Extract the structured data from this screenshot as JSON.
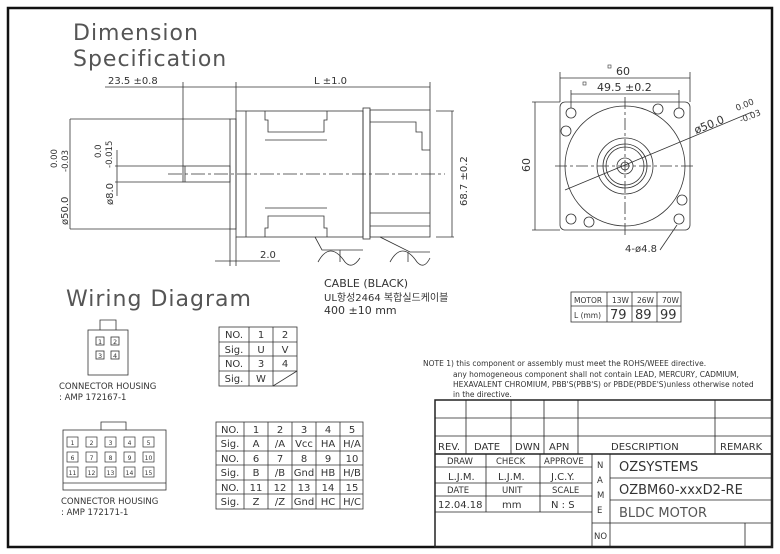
{
  "headings": {
    "line1": "Dimension",
    "line2": "Specification",
    "wiring": "Wiring Diagram"
  },
  "side_view": {
    "shaft_length": "23.5  ±0.8",
    "body_length": "L  ±1.0",
    "flange_dia_tol": [
      "0.00",
      "-0.03"
    ],
    "flange_dia": "ø50.0",
    "shaft_dia_tol": [
      "0.0",
      "-0.015"
    ],
    "shaft_dia": "ø8.0",
    "flange_thickness": "2.0",
    "height": "68.7  ±0.2",
    "cable_title": "CABLE (BLACK)",
    "cable_spec": "UL항성2464 복합실드케이블",
    "cable_length": "400  ±10  mm"
  },
  "front_view": {
    "width": "60",
    "bolt_spacing": "49.5  ±0.2",
    "height": "60",
    "pilot_dia": "ø50.0",
    "pilot_tol": [
      "0.00",
      "-0.03"
    ],
    "holes": "4-ø4.8"
  },
  "motor_table": {
    "headers": [
      "MOTOR",
      "13W",
      "26W",
      "70W"
    ],
    "row": [
      "L (mm)",
      "79",
      "89",
      "99"
    ]
  },
  "note": [
    "NOTE 1) this component or assembly must meet the ROHS/WEEE directive.",
    "any homogeneous component shall not contain LEAD, MERCURY, CADMIUM,",
    "HEXAVALENT CHROMIUM, PBB'S(PBB'S) or PBDE(PBDE'S)unless otherwise noted",
    "in the directive."
  ],
  "connector1": {
    "label1": "CONNECTOR HOUSING",
    "label2": ": AMP 172167-1",
    "pins": [
      "1",
      "2",
      "3",
      "4"
    ],
    "table": [
      [
        "NO.",
        "1",
        "2"
      ],
      [
        "Sig.",
        "U",
        "V"
      ],
      [
        "NO.",
        "3",
        "4"
      ],
      [
        "Sig.",
        "W",
        ""
      ]
    ]
  },
  "connector2": {
    "label1": "CONNECTOR HOUSING",
    "label2": ": AMP 172171-1",
    "pins": [
      "1",
      "2",
      "3",
      "4",
      "5",
      "6",
      "7",
      "8",
      "9",
      "10",
      "11",
      "12",
      "13",
      "14",
      "15"
    ],
    "table": [
      [
        "NO.",
        "1",
        "2",
        "3",
        "4",
        "5"
      ],
      [
        "Sig.",
        "A",
        "/A",
        "Vcc",
        "HA",
        "H/A"
      ],
      [
        "NO.",
        "6",
        "7",
        "8",
        "9",
        "10"
      ],
      [
        "Sig.",
        "B",
        "/B",
        "Gnd",
        "HB",
        "H/B"
      ],
      [
        "NO.",
        "11",
        "12",
        "13",
        "14",
        "15"
      ],
      [
        "Sig.",
        "Z",
        "/Z",
        "Gnd",
        "HC",
        "H/C"
      ]
    ]
  },
  "title_block": {
    "rev_headers": [
      "REV.",
      "DATE",
      "DWN",
      "APN",
      "DESCRIPTION",
      "REMARK"
    ],
    "draw": "DRAW",
    "check": "CHECK",
    "approve": "APPROVE",
    "draw_val": "L.J.M.",
    "check_val": "L.J.M.",
    "approve_val": "J.C.Y.",
    "date": "DATE",
    "unit": "UNIT",
    "scale": "SCALE",
    "date_val": "12.04.18",
    "unit_val": "mm",
    "scale_val": "N : S",
    "name_letters": [
      "N",
      "A",
      "M",
      "E"
    ],
    "no": "NO",
    "company": "OZSYSTEMS",
    "model": "OZBM60-xxxD2-RE",
    "product": "BLDC  MOTOR"
  }
}
